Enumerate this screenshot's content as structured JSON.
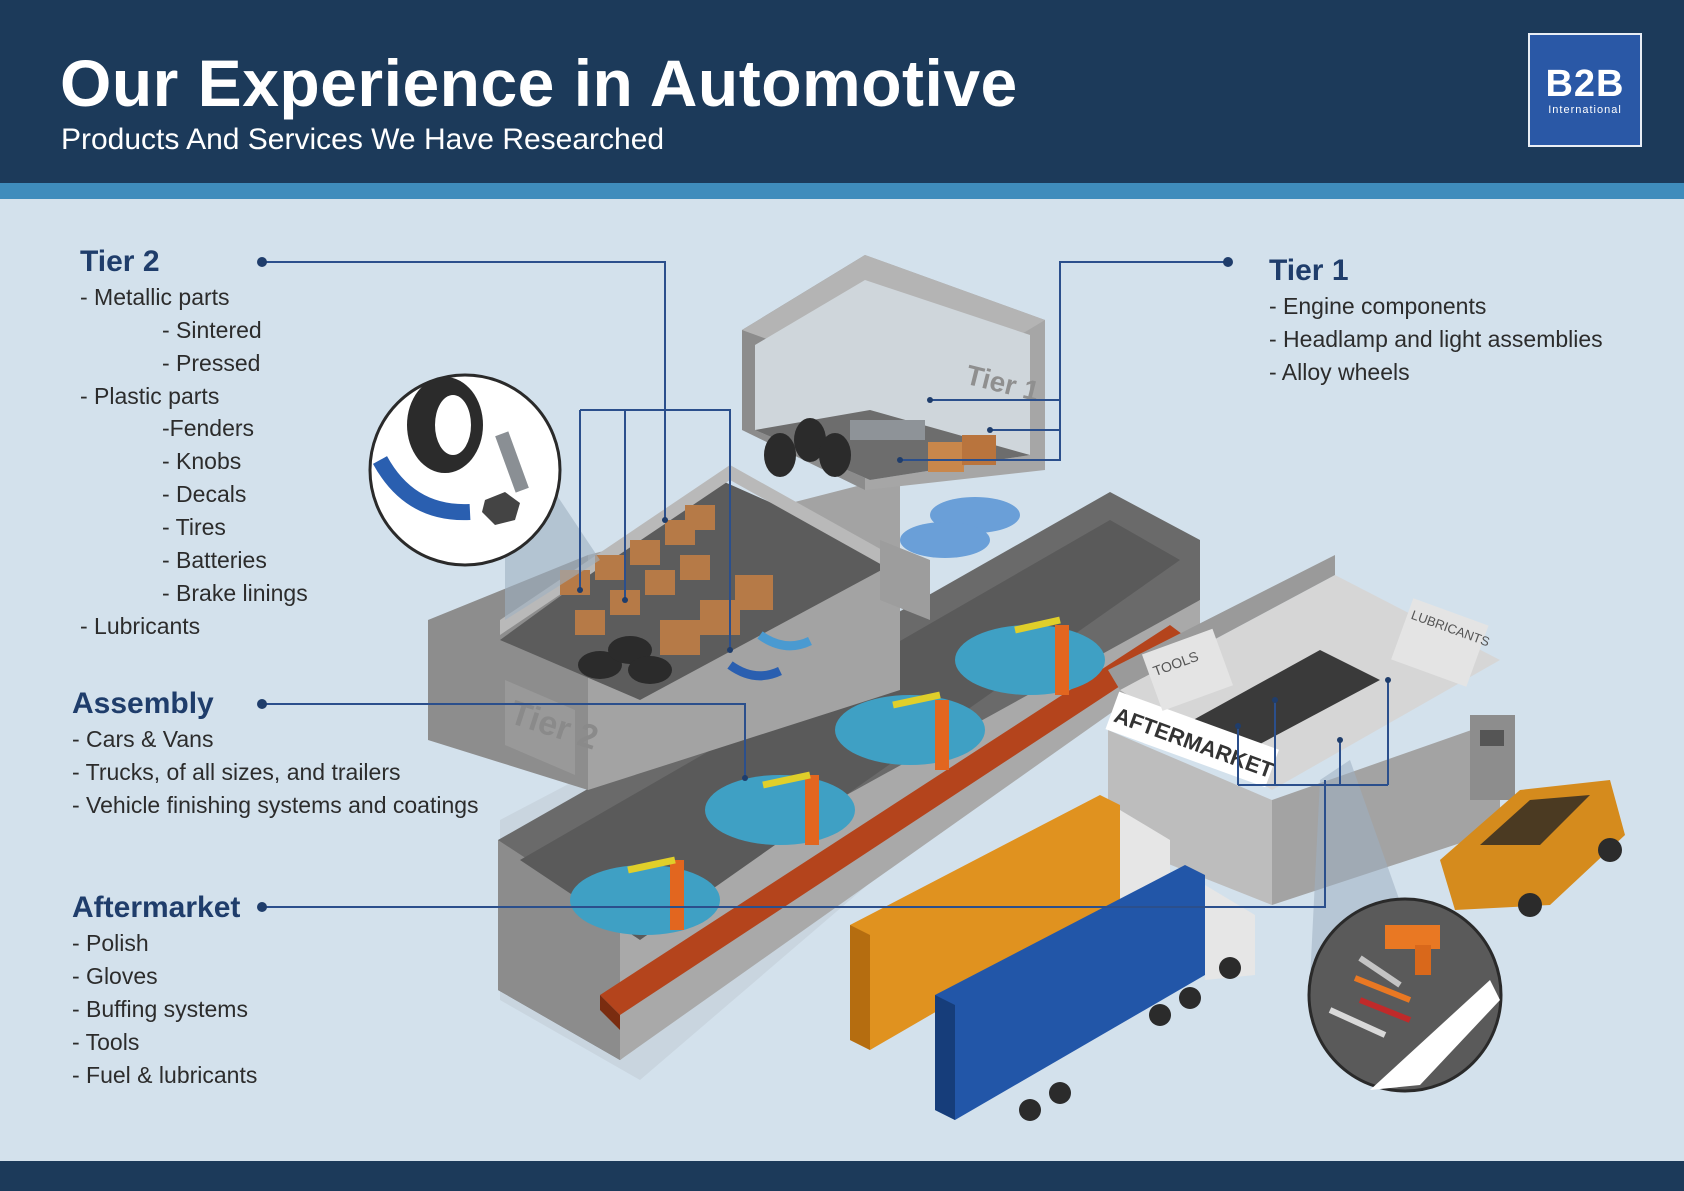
{
  "header": {
    "title": "Our Experience in Automotive",
    "subtitle": "Products And Services We Have Researched"
  },
  "logo": {
    "mark": "B2B",
    "sub": "International"
  },
  "tier2": {
    "heading": "Tier 2",
    "items": [
      "- Metallic parts",
      "- Sintered",
      "- Pressed",
      "- Plastic parts",
      "-Fenders",
      "- Knobs",
      "- Decals",
      "- Tires",
      "- Batteries",
      "- Brake linings",
      "- Lubricants"
    ]
  },
  "tier1": {
    "heading": "Tier 1",
    "items": [
      "- Engine components",
      "- Headlamp and light assemblies",
      "- Alloy wheels"
    ]
  },
  "assembly": {
    "heading": "Assembly",
    "items": [
      "- Cars & Vans",
      "- Trucks, of all sizes, and trailers",
      "- Vehicle finishing systems and coatings"
    ]
  },
  "aftermarket": {
    "heading": "Aftermarket",
    "items": [
      "- Polish",
      "- Gloves",
      "- Buffing systems",
      "- Tools",
      "- Fuel & lubricants"
    ]
  },
  "scene_labels": {
    "tier1_sign": "Tier 1",
    "tier2_sign": "Tier 2",
    "aftermarket_sign": "AFTERMARKET",
    "tools_sign": "TOOLS",
    "lubricants_sign": "LUBRICANTS"
  },
  "colors": {
    "header": "#1c3a5a",
    "stripe": "#3f8cbc",
    "background": "#d3e1ec",
    "heading": "#1f3d6b",
    "connector": "#2b4f8c",
    "car_blue": "#3fa0c4",
    "conveyor": "#b4441c",
    "robot": "#e2661f",
    "truck_orange": "#e0921f",
    "truck_blue": "#2256a8",
    "car_gold": "#d58b1d"
  }
}
